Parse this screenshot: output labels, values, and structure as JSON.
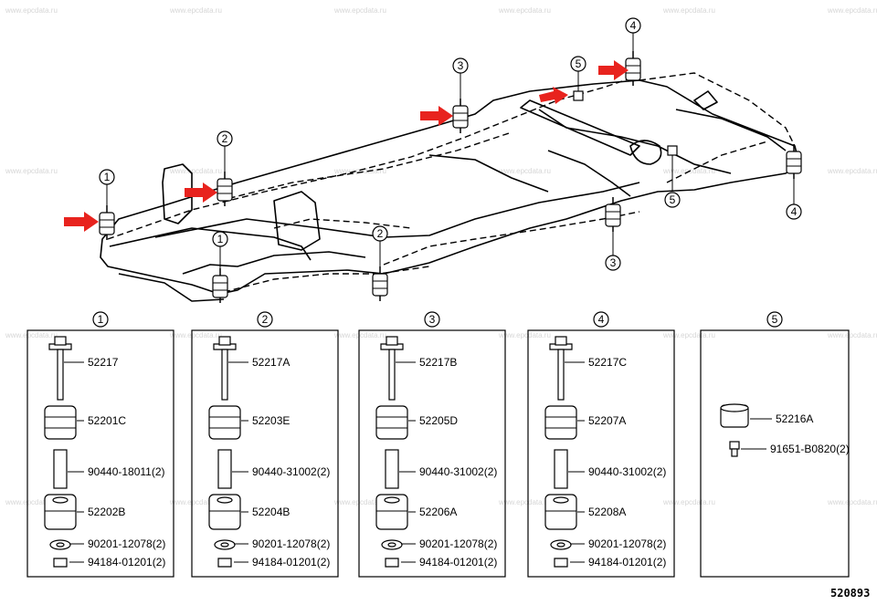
{
  "watermark": "www.epcdata.ru",
  "diagram_id": "520893",
  "overview_callouts": [
    "1",
    "1",
    "2",
    "2",
    "3",
    "3",
    "4",
    "4",
    "5",
    "5"
  ],
  "colors": {
    "arrow": "#e8231e",
    "line": "#000000",
    "watermark": "#d6d6d6"
  },
  "boxes": [
    {
      "num": "1",
      "parts": [
        "52217",
        "52201C",
        "90440-18011(2)",
        "52202B",
        "90201-12078(2)",
        "94184-01201(2)"
      ]
    },
    {
      "num": "2",
      "parts": [
        "52217A",
        "52203E",
        "90440-31002(2)",
        "52204B",
        "90201-12078(2)",
        "94184-01201(2)"
      ]
    },
    {
      "num": "3",
      "parts": [
        "52217B",
        "52205D",
        "90440-31002(2)",
        "52206A",
        "90201-12078(2)",
        "94184-01201(2)"
      ]
    },
    {
      "num": "4",
      "parts": [
        "52217C",
        "52207A",
        "90440-31002(2)",
        "52208A",
        "90201-12078(2)",
        "94184-01201(2)"
      ]
    },
    {
      "num": "5",
      "parts": [
        "52216A",
        "91651-B0820(2)"
      ]
    }
  ]
}
